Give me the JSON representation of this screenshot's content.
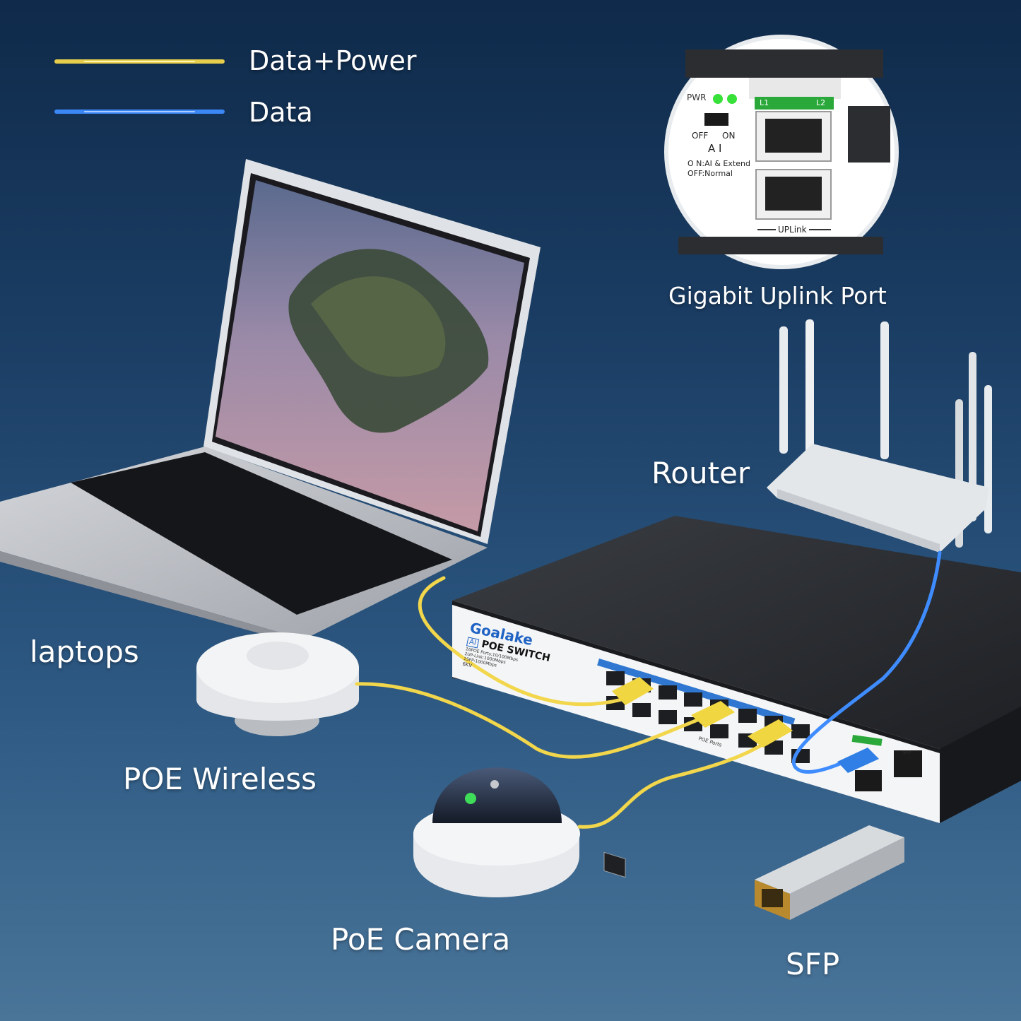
{
  "legend": {
    "items": [
      {
        "label": "Data+Power",
        "color": "#f2d64b"
      },
      {
        "label": "Data",
        "color": "#3f8cff"
      }
    ]
  },
  "devices": {
    "laptop": "laptops",
    "wireless": "POE Wireless",
    "camera": "PoE Camera",
    "router": "Router",
    "sfp": "SFP"
  },
  "uplink_callout": {
    "title": "Gigabit Uplink Port",
    "pwr": "PWR",
    "off": "OFF",
    "on": "ON",
    "ai": "A I",
    "mode_on": "O N:AI & Extend",
    "mode_off": "OFF:Normal",
    "l1": "L1",
    "l2": "L2",
    "uplink": "UPLink"
  },
  "switch": {
    "brand": "Goalake",
    "ai_badge": "AI",
    "model": "POE SWITCH",
    "spec_1": "16POE Ports:10/100Mbps",
    "spec_2": "2UP-Link:1000Mbps",
    "spec_3": "1SFP:1000Mbps",
    "surge": "6KV",
    "ports_label": "POE Ports",
    "sfp_label": "SFP"
  },
  "colors": {
    "data_power": "#f2d64b",
    "data": "#3f8cff",
    "background": "#1c3f66"
  }
}
